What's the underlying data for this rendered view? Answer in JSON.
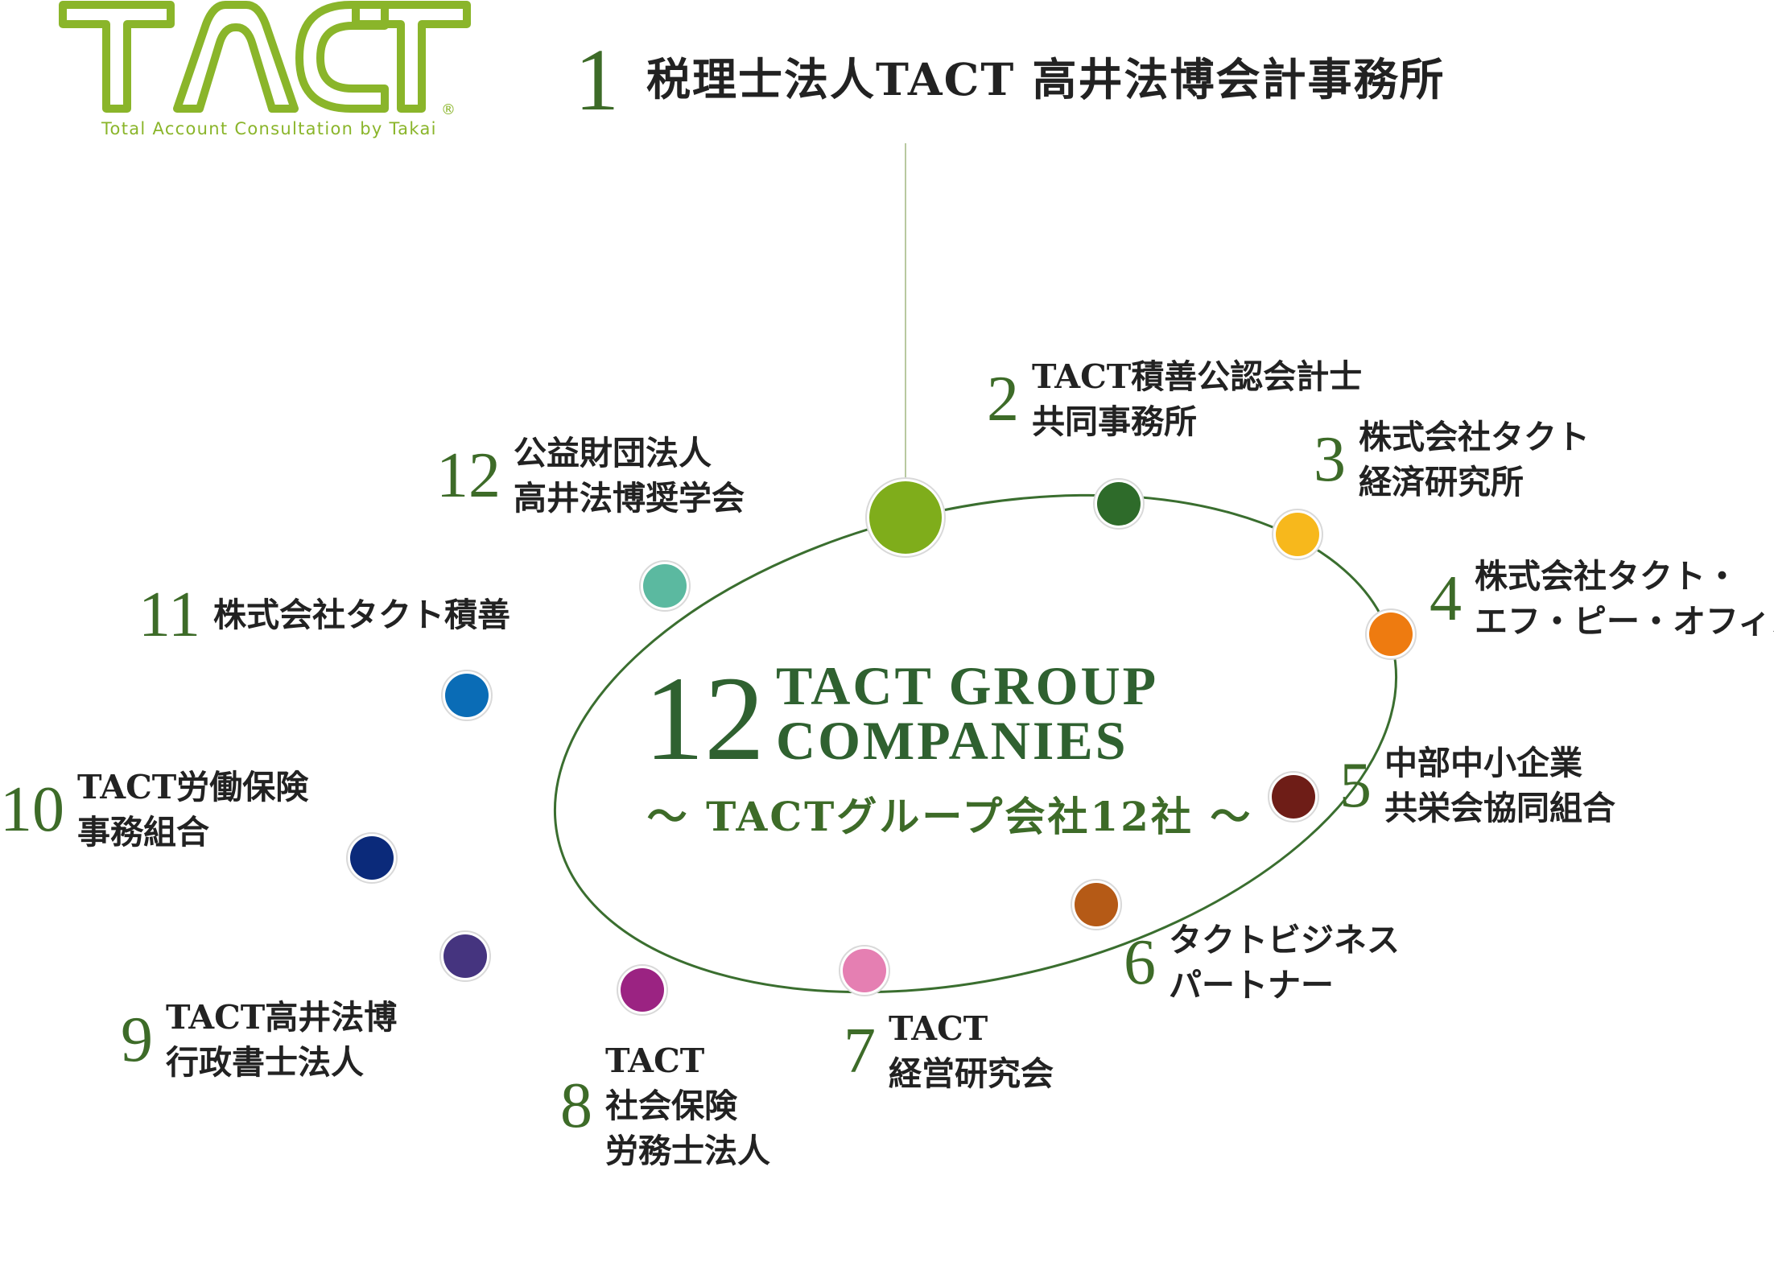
{
  "logo": {
    "text": "TACT",
    "registered": "®",
    "tagline": "Total Account Consultation by Takai",
    "color": "#8ab52a"
  },
  "colors": {
    "ellipse": "#3a6e2f",
    "number": "#3d6b28",
    "connector": "#b8c9a0"
  },
  "center": {
    "number": "12",
    "title_line1": "TACT GROUP",
    "title_line2": "COMPANIES",
    "subtitle": "～ TACTグループ会社12社 ～"
  },
  "companies": [
    {
      "num": "1",
      "lines": [
        "税理士法人TACT 高井法博会計事務所"
      ],
      "color": "#7fad1b"
    },
    {
      "num": "2",
      "lines": [
        "TACT積善公認会計士",
        "共同事務所"
      ],
      "color": "#2e6b2a"
    },
    {
      "num": "3",
      "lines": [
        "株式会社タクト",
        "経済研究所"
      ],
      "color": "#f7b81c"
    },
    {
      "num": "4",
      "lines": [
        "株式会社タクト・",
        "エフ・ピー・オフィス"
      ],
      "color": "#ee7b10"
    },
    {
      "num": "5",
      "lines": [
        "中部中小企業",
        "共栄会協同組合"
      ],
      "color": "#6e1d17"
    },
    {
      "num": "6",
      "lines": [
        "タクトビジネス",
        "パートナー"
      ],
      "color": "#b55a16"
    },
    {
      "num": "7",
      "lines": [
        "TACT",
        "経営研究会"
      ],
      "color": "#e57fb2"
    },
    {
      "num": "8",
      "lines": [
        "TACT",
        "社会保険",
        "労務士法人"
      ],
      "color": "#9b2382"
    },
    {
      "num": "9",
      "lines": [
        "TACT高井法博",
        "行政書士法人"
      ],
      "color": "#45347f"
    },
    {
      "num": "10",
      "lines": [
        "TACT労働保険",
        "事務組合"
      ],
      "color": "#0b2a7a"
    },
    {
      "num": "11",
      "lines": [
        "株式会社タクト積善"
      ],
      "color": "#0a6cb6"
    },
    {
      "num": "12",
      "lines": [
        "公益財団法人",
        "高井法博奨学会"
      ],
      "color": "#5bb9a0"
    }
  ]
}
